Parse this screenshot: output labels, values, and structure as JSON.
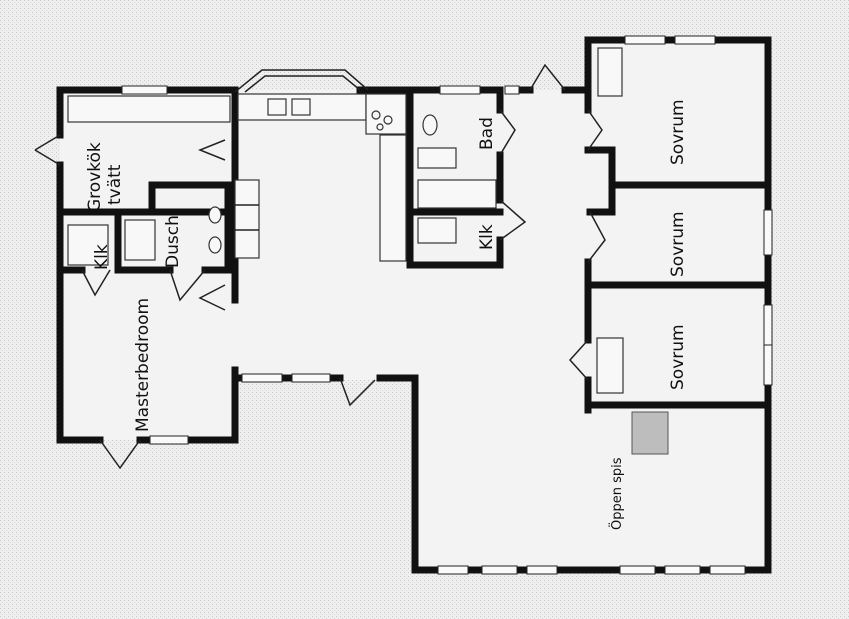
{
  "rooms": {
    "grovkok": "Grovkök",
    "tvatt": "tvätt",
    "klk_left": "Klk",
    "dusch": "Dusch",
    "masterbedroom": "Masterbedroom",
    "bad": "Bad",
    "klk_center": "Klk",
    "sovrum_top": "Sovrum",
    "sovrum_middle": "Sovrum",
    "sovrum_bottom": "Sovrum",
    "oppen_spis": "Öppen spis"
  },
  "colors": {
    "background": "#ededed",
    "wall": "#111111",
    "fireplace": "#bdbdbd"
  }
}
